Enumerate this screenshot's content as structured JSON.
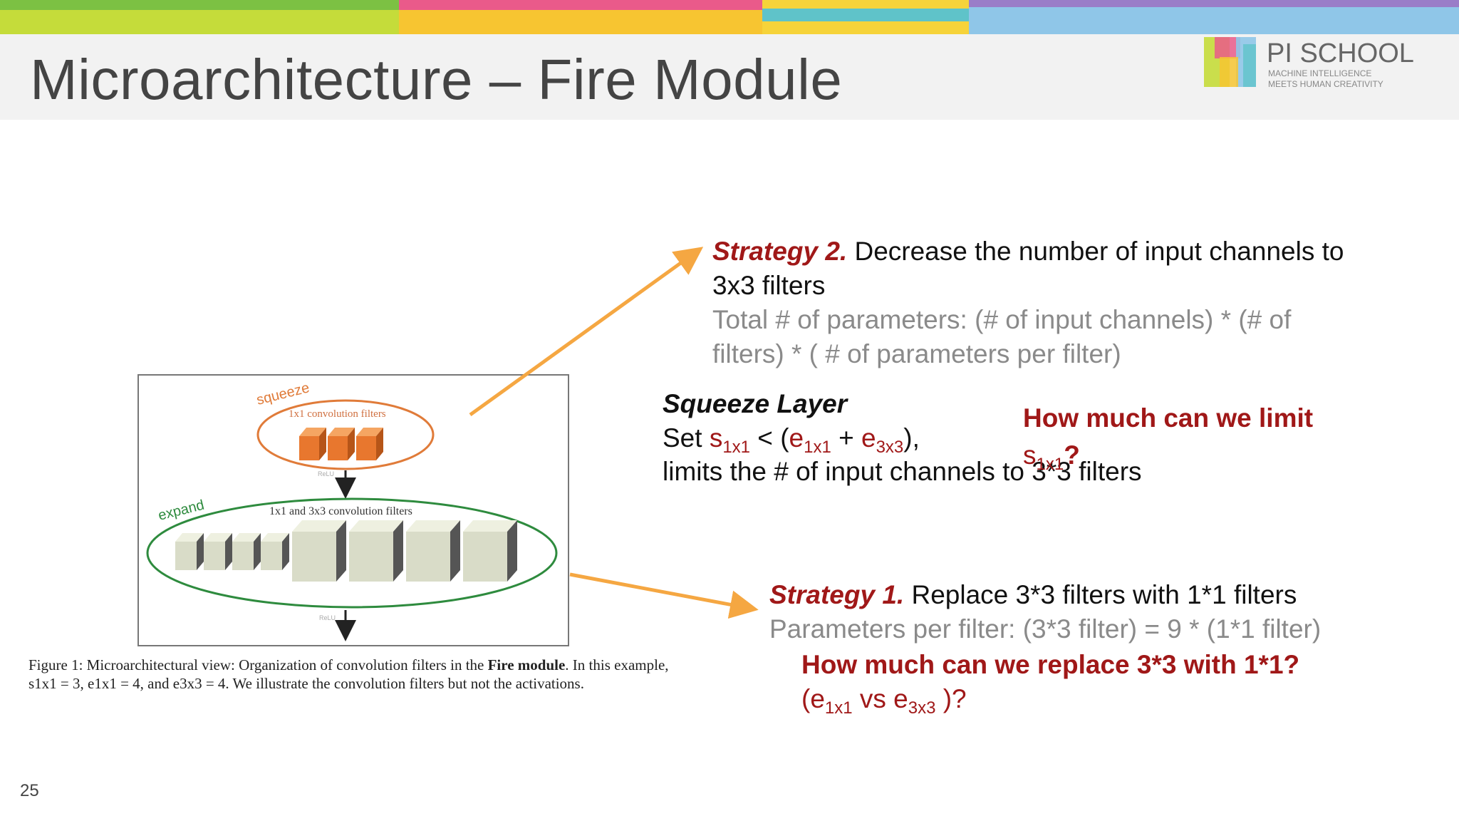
{
  "slide": {
    "title": "Microarchitecture – Fire Module",
    "page_number": "25"
  },
  "logo": {
    "name": "PI SCHOOL",
    "tagline_1": "MACHINE INTELLIGENCE",
    "tagline_2": "MEETS HUMAN CREATIVITY"
  },
  "figure": {
    "squeeze_label": "squeeze",
    "squeeze_filters": "1x1 convolution filters",
    "relu_1": "ReLU",
    "expand_label": "expand",
    "expand_filters": "1x1 and 3x3 convolution filters",
    "relu_2": "ReLU"
  },
  "caption": {
    "prefix": "Figure 1: Microarchitectural view: Organization of convolution filters in the ",
    "bold": "Fire module",
    "suffix": ". In this example, s1x1 = 3, e1x1 = 4, and e3x3 = 4. We illustrate the convolution filters but not the activations."
  },
  "strategy2": {
    "label": "Strategy 2.",
    "text1": " Decrease the number of input channels to",
    "text2": "3x3 filters",
    "params1": "Total # of parameters: (# of input channels) * (# of",
    "params2": "filters) * ( # of parameters per filter)"
  },
  "squeeze": {
    "title": "Squeeze Layer",
    "set": "Set ",
    "s": "s",
    "s_sub": "1x1",
    "lt": " < (",
    "e1": "e",
    "e1_sub": "1x1",
    "plus": " + ",
    "e3": "e",
    "e3_sub": "3x3",
    "close": "),",
    "limits": "limits the # of input channels to 3*3 filters"
  },
  "question_limit": {
    "line1": "How much can we limit",
    "s": "s",
    "s_sub": "1x1",
    "q": "?"
  },
  "strategy1": {
    "label": "Strategy 1.",
    "text": " Replace 3*3 filters with 1*1 filters",
    "params": "Parameters per filter:  (3*3 filter) = 9 * (1*1 filter)"
  },
  "question_replace": {
    "line1": "How much can we replace 3*3 with 1*1?",
    "open": "(e",
    "e1_sub": "1x1",
    "vs": " vs e",
    "e3_sub": "3x3",
    "close": " )?"
  },
  "colors": {
    "accent_red": "#a01818",
    "arrow_orange": "#f5a742",
    "squeeze_orange": "#e07b39",
    "expand_green": "#2e8b3e",
    "gray_text": "#8a8a8a"
  }
}
